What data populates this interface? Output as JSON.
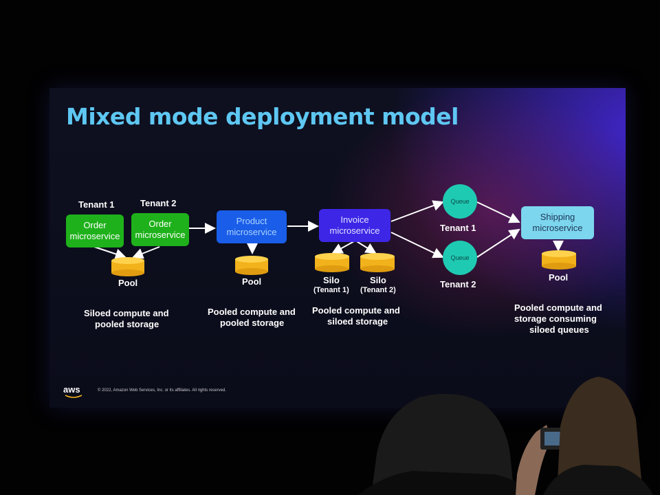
{
  "slide": {
    "title": "Mixed mode deployment model",
    "col1": {
      "tenant1": "Tenant 1",
      "tenant2": "Tenant 2",
      "box1": [
        "Order",
        "microservice"
      ],
      "box2": [
        "Order",
        "microservice"
      ],
      "storage": "Pool",
      "caption": [
        "Siloed compute and",
        "pooled storage"
      ]
    },
    "col2": {
      "box": [
        "Product",
        "microservice"
      ],
      "storage": "Pool",
      "caption": [
        "Pooled compute and",
        "pooled storage"
      ]
    },
    "col3": {
      "box": [
        "Invoice",
        "microservice"
      ],
      "silo1": [
        "Silo",
        "(Tenant 1)"
      ],
      "silo2": [
        "Silo",
        "(Tenant 2)"
      ],
      "caption": [
        "Pooled compute and",
        "siloed storage"
      ]
    },
    "queues": {
      "queue1": "Queue",
      "queue2": "Queue",
      "tenant1": "Tenant 1",
      "tenant2": "Tenant 2"
    },
    "col4": {
      "box": [
        "Shipping",
        "microservice"
      ],
      "storage": "Pool",
      "caption": [
        "Pooled compute and",
        "storage consuming",
        "siloed queues"
      ]
    },
    "footer": {
      "logo": "aws",
      "copyright": "© 2022, Amazon Web Services, Inc. or its affiliates. All rights reserved."
    }
  },
  "colors": {
    "title": "#5ec7f2",
    "green": "#1fb11b",
    "blue": "#1a5de8",
    "indigo": "#3d26e6",
    "teal": "#7cd6ee",
    "queue": "#1fcab2",
    "cylinder": "#f2b21b"
  }
}
